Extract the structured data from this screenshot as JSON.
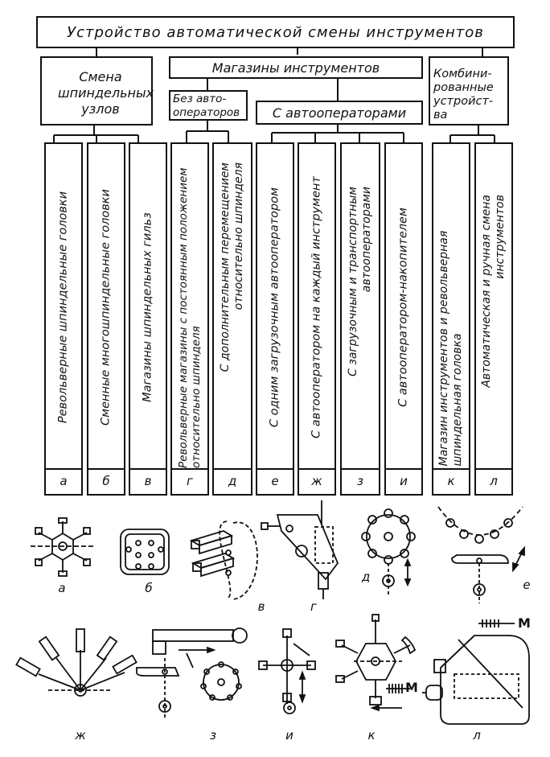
{
  "top_title": "Устройство автоматической смены инструментов",
  "groups": {
    "spindle_change": "Смена шпиндельных узлов",
    "tool_magazines": "Магазины инструментов",
    "without_autooperators": "Без авто-операторов",
    "with_autooperators": "С автооператорами",
    "combined": "Комбини-рованные устройст-ва"
  },
  "columns": [
    {
      "text": "Револьверные шпиндельные головки",
      "letter": "а"
    },
    {
      "text": "Сменные многошпиндельные головки",
      "letter": "б"
    },
    {
      "text": "Магазины шпиндельных гильз",
      "letter": "в"
    },
    {
      "text": "Револьверные магазины с постоянным положением относительно шпинделя",
      "letter": "г"
    },
    {
      "text": "С дополнительным перемещением относительно шпинделя",
      "letter": "д"
    },
    {
      "text": "С одним загрузочным автооператором",
      "letter": "е"
    },
    {
      "text": "С автооператором на каждый инструмент",
      "letter": "ж"
    },
    {
      "text": "С загрузочным и транспортным автооператорами",
      "letter": "з"
    },
    {
      "text": "С автооператором-накопителем",
      "letter": "и"
    },
    {
      "text": "Магазин инструментов и револьверная шпиндельная головка",
      "letter": "к"
    },
    {
      "text": "Автоматическая и ручная смена инструментов",
      "letter": "л"
    }
  ],
  "sketch_labels": [
    "а",
    "б",
    "в",
    "г",
    "д",
    "е",
    "ж",
    "з",
    "и",
    "к",
    "л"
  ],
  "motor_label_1": "М",
  "motor_label_2": "М"
}
